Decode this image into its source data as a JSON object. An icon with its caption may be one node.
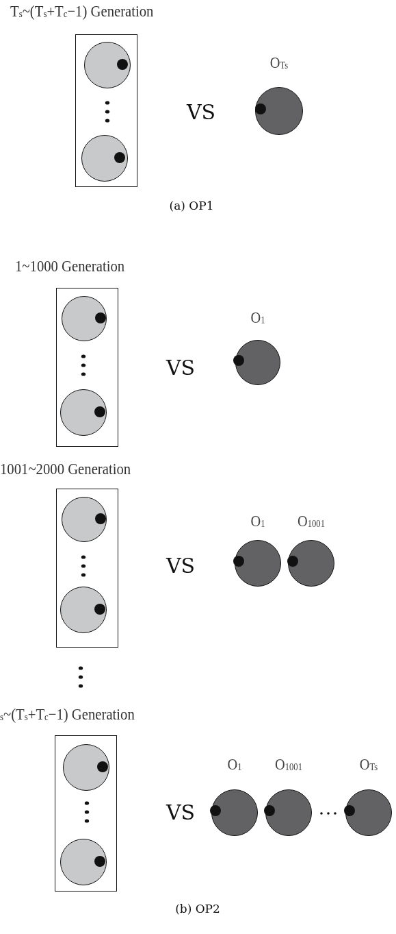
{
  "diagram": {
    "nodes": [
      {
        "text": [
          "T$_{s}$~(T$_{s}$+T$_{c}$−1) Generation"
        ]
      },
      {
        "text": [],
        "shape": "circle",
        "in": 0
      },
      {
        "text": [],
        "shape": "circle",
        "in": 0
      },
      {
        "text": [
          "O$_{Ts}$"
        ]
      },
      {
        "text": [
          "1~1000 Generation"
        ]
      },
      {
        "text": [],
        "shape": "circle",
        "in": 4
      },
      {
        "text": [],
        "shape": "circle",
        "in": 4
      },
      {
        "text": [
          "O$_{1}$"
        ]
      },
      {
        "text": [
          "1001~2000 Generation"
        ]
      },
      {
        "text": [],
        "shape": "circle",
        "in": 8
      },
      {
        "text": [],
        "shape": "circle",
        "in": 8
      },
      {
        "text": [
          "O$_{1}$"
        ]
      },
      {
        "text": [
          "O$_{1001}$"
        ]
      },
      {
        "text": [
          "$_{s}$~(T$_{s}$+T$_{c}$−1) Generation"
        ]
      },
      {
        "text": [],
        "shape": "circle",
        "in": 13
      },
      {
        "text": [],
        "shape": "circle",
        "in": 13
      },
      {
        "text": [
          "O$_{1}$"
        ]
      },
      {
        "text": [
          "O$_{1001}$"
        ]
      },
      {
        "text": [
          "O$_{Ts}$"
        ]
      }
    ],
    "labels": [
      "VS",
      "(a) OP1",
      "VS",
      "VS",
      "VS",
      "(b) OP2"
    ]
  }
}
